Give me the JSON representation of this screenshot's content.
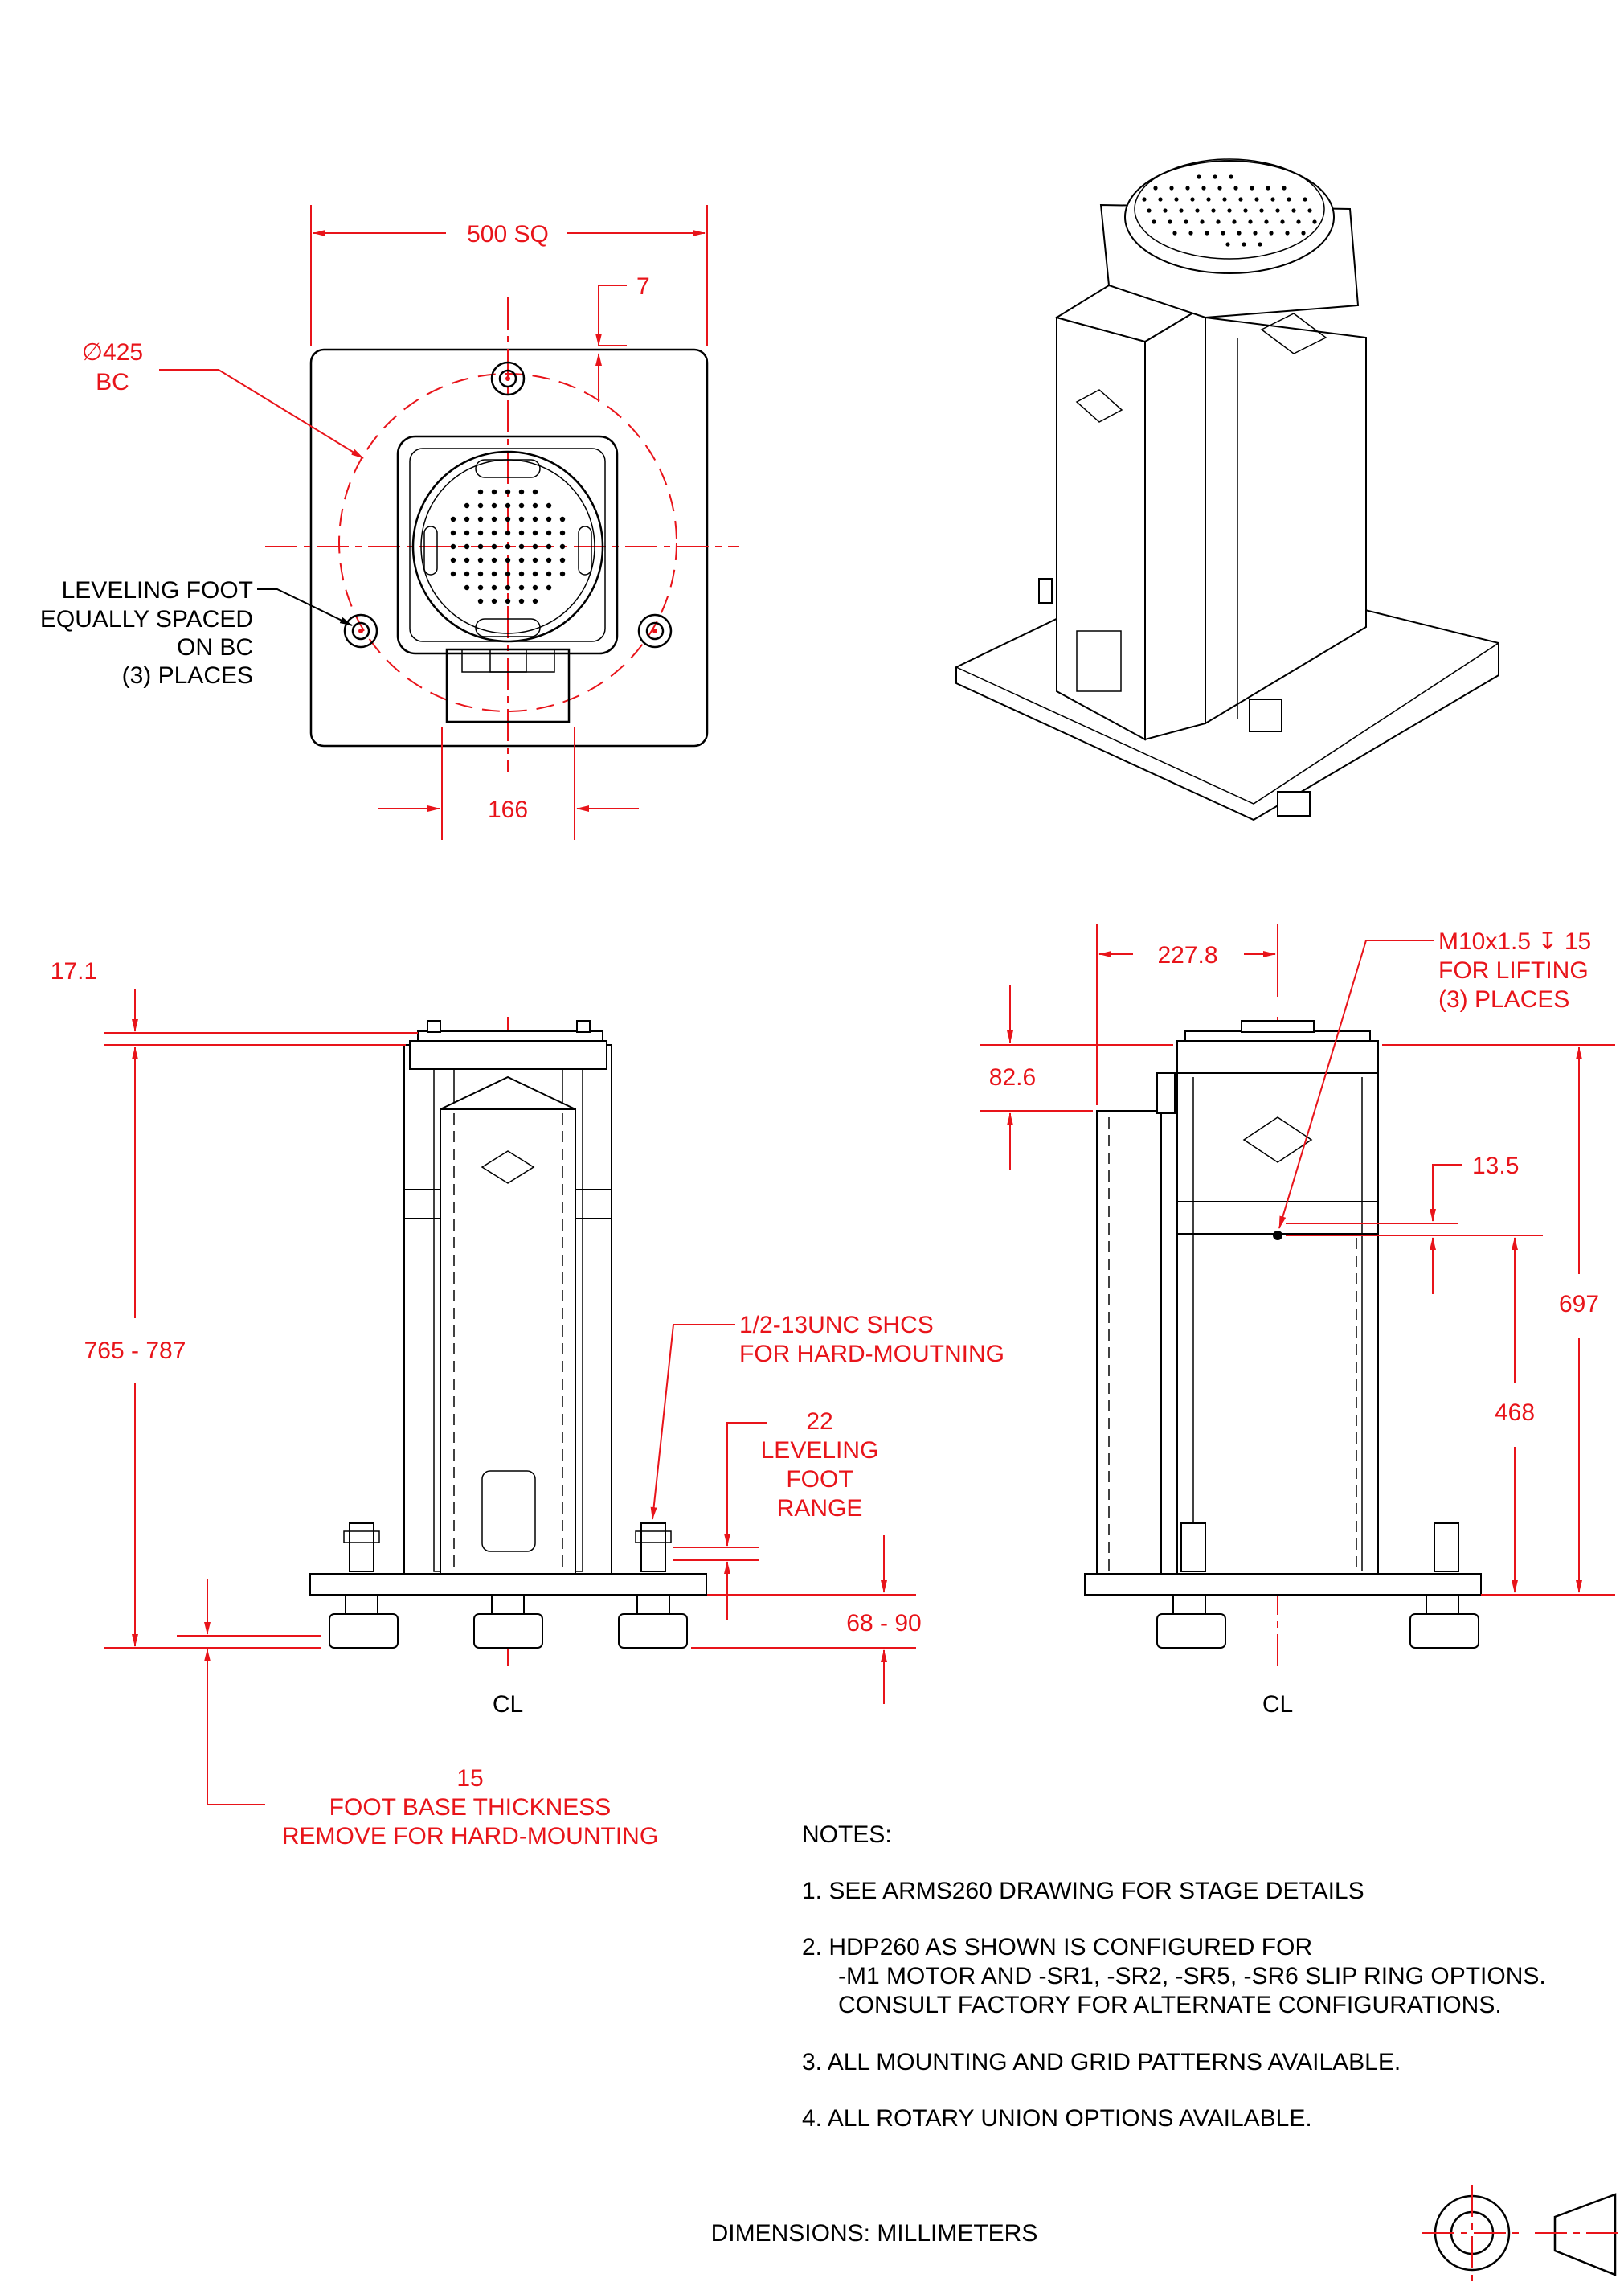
{
  "top_view": {
    "dim_square": "500 SQ",
    "dim_offset": "7",
    "bolt_circle_line1": "∅425",
    "bolt_circle_line2": "BC",
    "leveling_line1": "LEVELING FOOT",
    "leveling_line2": "EQUALLY SPACED",
    "leveling_line3": "ON BC",
    "leveling_line4": "(3) PLACES",
    "dim_width": "166"
  },
  "front_view": {
    "dim_top": "17.1",
    "dim_height": "765 - 787",
    "shcs_line1": "1/2-13UNC SHCS",
    "shcs_line2": "FOR HARD-MOUTNING",
    "range_line1": "22",
    "range_line2": "LEVELING",
    "range_line3": "FOOT",
    "range_line4": "RANGE",
    "dim_foot": "68 - 90",
    "centerline": "CL",
    "base_line1": "15",
    "base_line2": "FOOT BASE THICKNESS",
    "base_line3": "REMOVE FOR HARD-MOUNTING"
  },
  "side_view": {
    "dim_offset": "227.8",
    "dim_cover": "82.6",
    "lifting_line1": "M10x1.5 ↧ 15",
    "lifting_line2": "FOR LIFTING",
    "lifting_line3": "(3) PLACES",
    "dim_hole": "13.5",
    "dim_total": "697",
    "dim_hole_height": "468",
    "centerline": "CL"
  },
  "notes": {
    "heading": "NOTES:",
    "n1": "1.  SEE ARMS260 DRAWING FOR STAGE DETAILS",
    "n2a": "2.  HDP260 AS SHOWN IS CONFIGURED FOR",
    "n2b": "-M1 MOTOR AND -SR1, -SR2, -SR5, -SR6 SLIP RING OPTIONS.",
    "n2c": "CONSULT FACTORY FOR ALTERNATE CONFIGURATIONS.",
    "n3": "3.  ALL MOUNTING AND GRID PATTERNS AVAILABLE.",
    "n4": "4.  ALL ROTARY UNION OPTIONS AVAILABLE."
  },
  "footer": {
    "units": "DIMENSIONS:  MILLIMETERS"
  }
}
